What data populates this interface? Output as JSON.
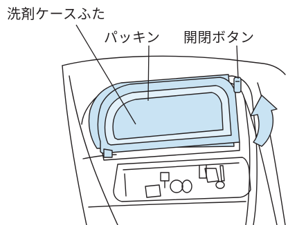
{
  "labels": {
    "detergent_case_lid": "洗剤ケースふた",
    "packing": "パッキン",
    "open_close_button": "開閉ボタン"
  },
  "colors": {
    "line": "#231f20",
    "lid_fill": "#c9e3f3",
    "lid_highlight": "#e3f1fa",
    "arrow_fill": "#c9e3f3"
  }
}
